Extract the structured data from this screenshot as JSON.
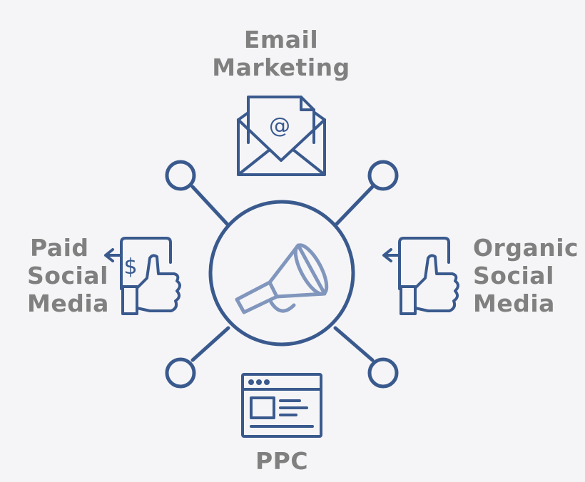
{
  "colors": {
    "stroke": "#3a5a8e",
    "megaphone": "#8196bd",
    "label": "#808080",
    "background": "#f5f5f7"
  },
  "labels": {
    "email": {
      "line1": "Email",
      "line2": "Marketing"
    },
    "paid": {
      "line1": "Paid",
      "line2": "Social",
      "line3": "Media"
    },
    "organic": {
      "line1": "Organic",
      "line2": "Social",
      "line3": "Media"
    },
    "ppc": {
      "line1": "PPC"
    }
  },
  "icons": {
    "center": "megaphone-icon",
    "top": "envelope-at-icon",
    "left": "dollar-thumbs-up-icon",
    "right": "thumbs-up-icon",
    "bottom": "browser-window-icon"
  }
}
